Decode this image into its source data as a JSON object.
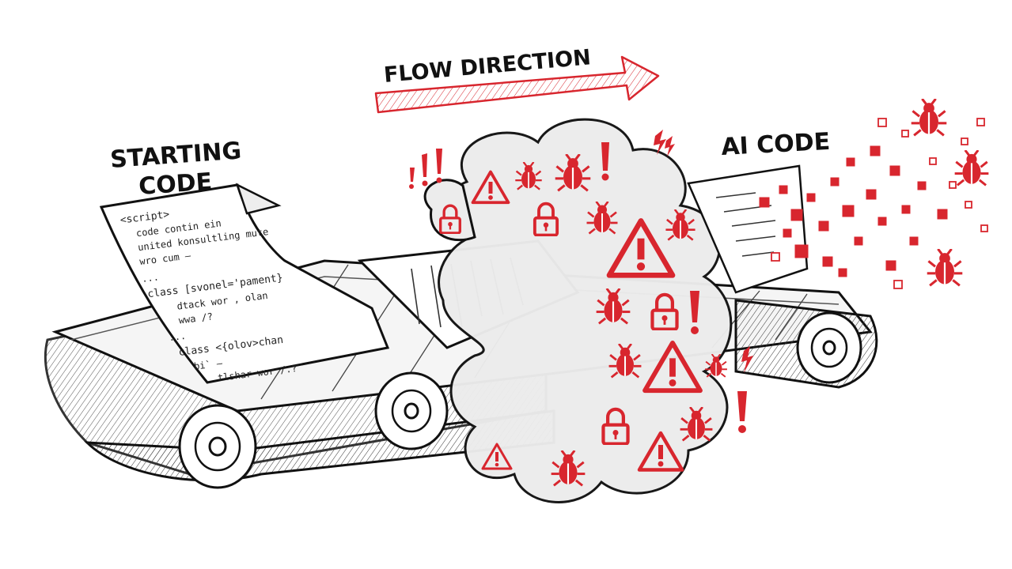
{
  "labels": {
    "flow_direction": "FLOW DIRECTION",
    "starting_code_line1": "STARTING",
    "starting_code_line2": "CODE",
    "ai_code": "AI CODE"
  },
  "document_lines": [
    "<script>",
    "code contin ein",
    "united konsultling mute",
    "wro cum —",
    "...",
    "class [svonel='pament}",
    "dtack wor , olan",
    "wwa /?",
    "...",
    "class <{olov>chan",
    "bi` —",
    "tlshar wor /.?"
  ],
  "colors": {
    "ink": "#111111",
    "accent_red": "#d8262e",
    "cloud_shade": "#e9e9e9",
    "paper": "#ffffff"
  },
  "icons": [
    "warning-triangle-icon",
    "bug-icon",
    "padlock-icon",
    "exclamation-icon",
    "lightning-icon"
  ]
}
